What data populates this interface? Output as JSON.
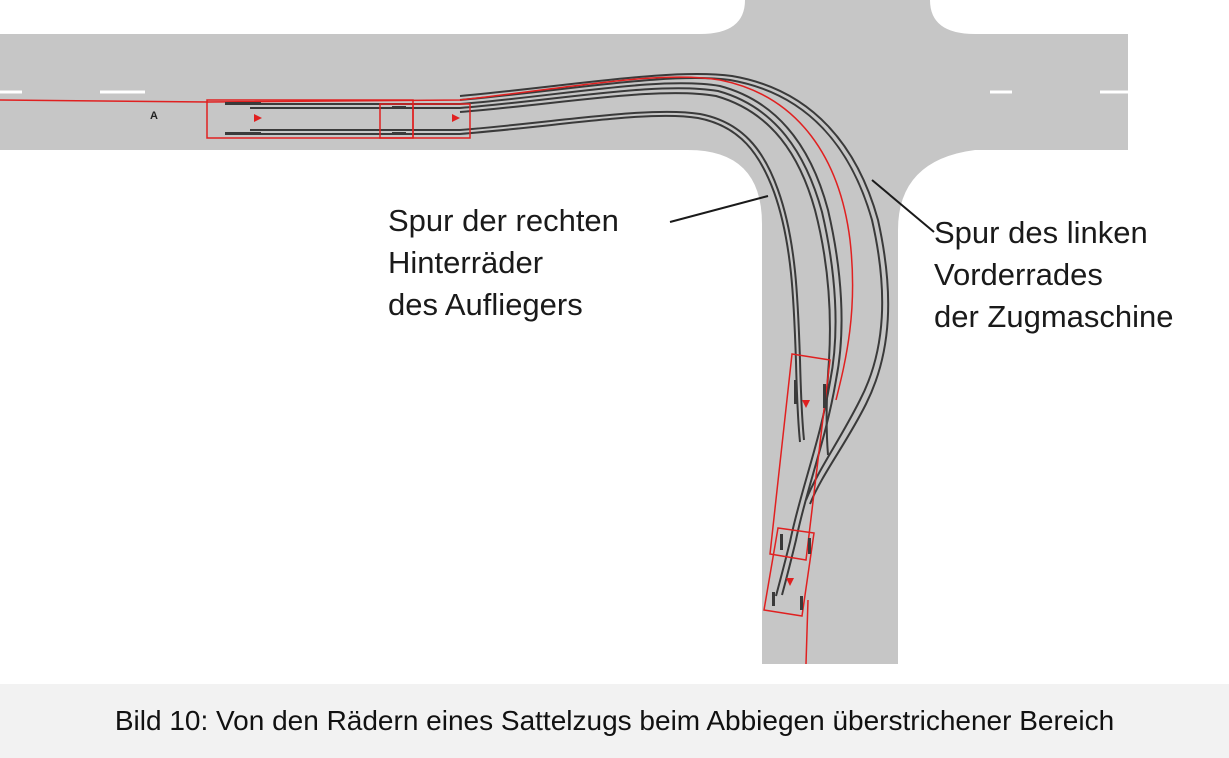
{
  "diagram": {
    "point_label": "A",
    "annotation_left": [
      "Spur der rechten",
      "Hinterräder",
      "des Aufliegers"
    ],
    "annotation_right": [
      "Spur des linken",
      "Vorderrades",
      "der Zugmaschine"
    ]
  },
  "caption": "Bild 10: Von den Rädern eines Sattelzugs beim Abbiegen überstrichener Bereich",
  "colors": {
    "road": "#c6c6c6",
    "lane_marking": "#ffffff",
    "vehicle_outline": "#e02020",
    "wheel_track": "#3a3a3a",
    "caption_background": "#f2f2f2"
  }
}
